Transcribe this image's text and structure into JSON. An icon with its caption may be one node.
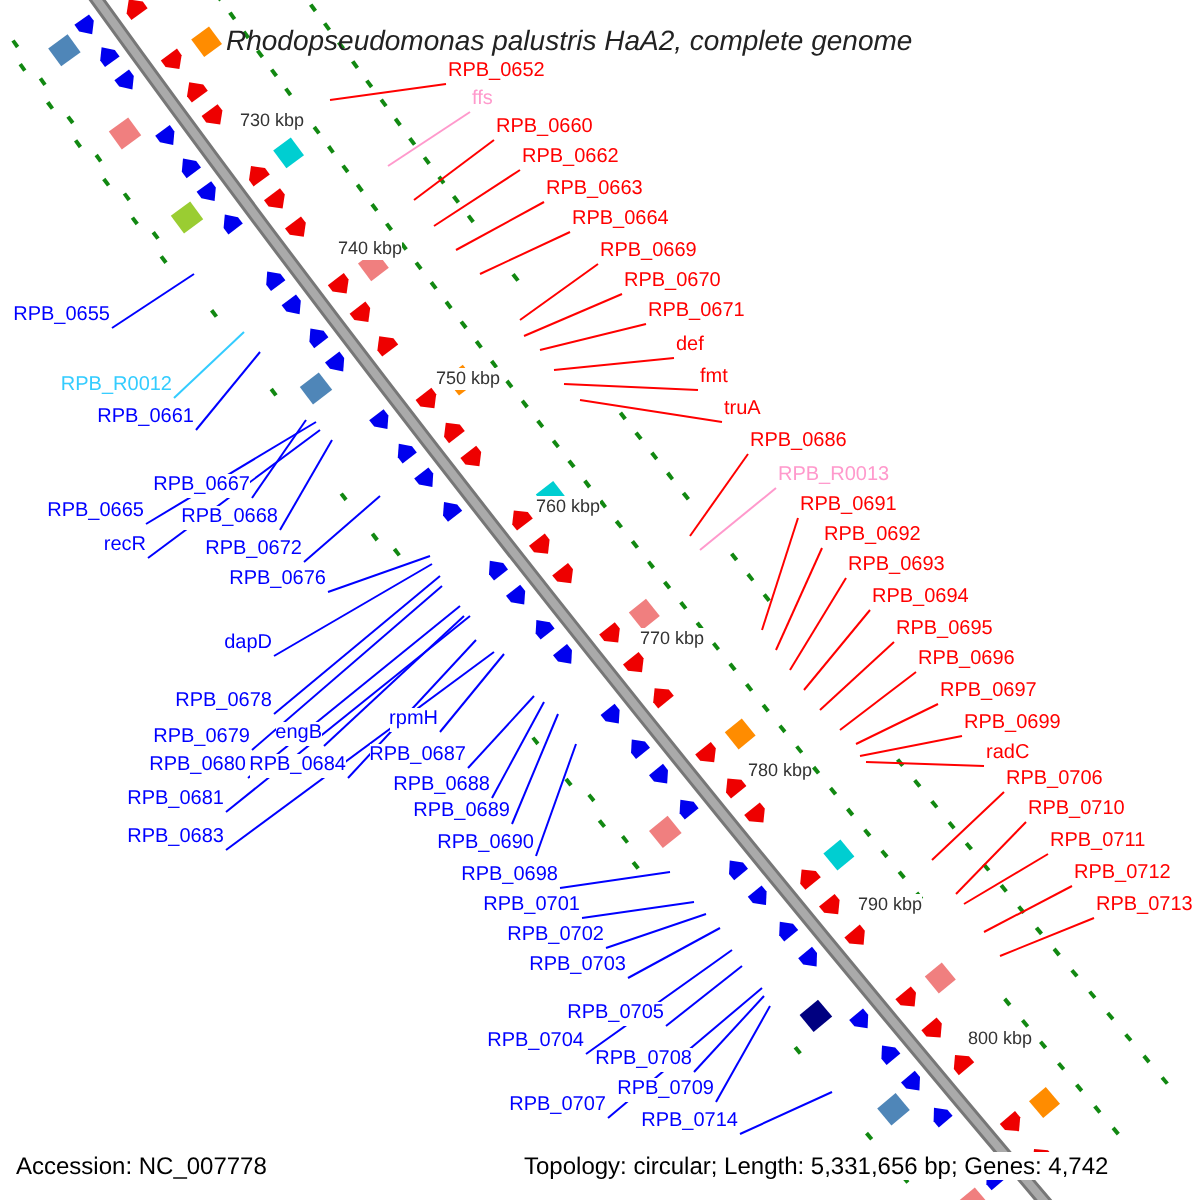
{
  "diagram": {
    "title": "Rhodopseudomonas palustris HaA2, complete genome",
    "nodes": [
      {
        "text": [
          "RPB_0652"
        ]
      },
      {
        "text": [
          "ffs"
        ]
      },
      {
        "text": [
          "RPB_0660"
        ]
      },
      {
        "text": [
          "RPB_0662"
        ]
      },
      {
        "text": [
          "RPB_0663"
        ]
      },
      {
        "text": [
          "RPB_0664"
        ]
      },
      {
        "text": [
          "RPB_0669"
        ]
      },
      {
        "text": [
          "RPB_0670"
        ]
      },
      {
        "text": [
          "RPB_0671"
        ]
      },
      {
        "text": [
          "RPB_0655"
        ]
      },
      {
        "text": [
          "def"
        ]
      },
      {
        "text": [
          "fmt"
        ]
      },
      {
        "text": [
          "RPB_R0012"
        ]
      },
      {
        "text": [
          "truA"
        ]
      },
      {
        "text": [
          "RPB_0661"
        ]
      },
      {
        "text": [
          "RPB_0686"
        ]
      },
      {
        "text": [
          "RPB_R0013"
        ]
      },
      {
        "text": [
          "RPB_0667"
        ]
      },
      {
        "text": [
          "RPB_0691"
        ]
      },
      {
        "text": [
          "RPB_0665"
        ]
      },
      {
        "text": [
          "RPB_0668"
        ]
      },
      {
        "text": [
          "RPB_0692"
        ]
      },
      {
        "text": [
          "recR"
        ]
      },
      {
        "text": [
          "RPB_0672"
        ]
      },
      {
        "text": [
          "RPB_0693"
        ]
      },
      {
        "text": [
          "RPB_0676"
        ]
      },
      {
        "text": [
          "RPB_0694"
        ]
      },
      {
        "text": [
          "RPB_0695"
        ]
      },
      {
        "text": [
          "dapD"
        ]
      },
      {
        "text": [
          "RPB_0696"
        ]
      },
      {
        "text": [
          "RPB_0697"
        ]
      },
      {
        "text": [
          "RPB_0678"
        ]
      },
      {
        "text": [
          "rpmH"
        ]
      },
      {
        "text": [
          "RPB_0699"
        ]
      },
      {
        "text": [
          "engB"
        ]
      },
      {
        "text": [
          "RPB_0679"
        ]
      },
      {
        "text": [
          "radC"
        ]
      },
      {
        "text": [
          "RPB_0687"
        ]
      },
      {
        "text": [
          "RPB_0680"
        ]
      },
      {
        "text": [
          "RPB_0684"
        ]
      },
      {
        "text": [
          "RPB_0706"
        ]
      },
      {
        "text": [
          "RPB_0688"
        ]
      },
      {
        "text": [
          "RPB_0681"
        ]
      },
      {
        "text": [
          "RPB_0710"
        ]
      },
      {
        "text": [
          "RPB_0689"
        ]
      },
      {
        "text": [
          "RPB_0683"
        ]
      },
      {
        "text": [
          "RPB_0711"
        ]
      },
      {
        "text": [
          "RPB_0690"
        ]
      },
      {
        "text": [
          "RPB_0712"
        ]
      },
      {
        "text": [
          "RPB_0698"
        ]
      },
      {
        "text": [
          "RPB_0713"
        ]
      },
      {
        "text": [
          "RPB_0701"
        ]
      },
      {
        "text": [
          "RPB_0702"
        ]
      },
      {
        "text": [
          "RPB_0703"
        ]
      },
      {
        "text": [
          "RPB_0705"
        ]
      },
      {
        "text": [
          "RPB_0704"
        ]
      },
      {
        "text": [
          "RPB_0708"
        ]
      },
      {
        "text": [
          "RPB_0709"
        ]
      },
      {
        "text": [
          "RPB_0707"
        ]
      },
      {
        "text": [
          "RPB_0714"
        ]
      }
    ],
    "edges": [
      {
        "from": 0,
        "to": null,
        "arrow": "none",
        "color": "#ff0000"
      },
      {
        "from": 1,
        "to": null,
        "arrow": "none",
        "color": "#ff99cc"
      },
      {
        "from": 2,
        "to": null,
        "arrow": "none",
        "color": "#ff0000"
      },
      {
        "from": 3,
        "to": null,
        "arrow": "none",
        "color": "#ff0000"
      },
      {
        "from": 4,
        "to": null,
        "arrow": "none",
        "color": "#ff0000"
      },
      {
        "from": 5,
        "to": null,
        "arrow": "none",
        "color": "#ff0000"
      },
      {
        "from": 6,
        "to": null,
        "arrow": "none",
        "color": "#ff0000"
      },
      {
        "from": 7,
        "to": null,
        "arrow": "none",
        "color": "#ff0000"
      },
      {
        "from": 8,
        "to": null,
        "arrow": "none",
        "color": "#ff0000"
      },
      {
        "from": 9,
        "to": null,
        "arrow": "none"
      },
      {
        "from": 10,
        "to": null,
        "arrow": "none",
        "color": "#ff0000"
      },
      {
        "from": 11,
        "to": null,
        "arrow": "none",
        "color": "#ff0000"
      },
      {
        "from": 12,
        "to": null,
        "arrow": "none",
        "color": "#33ccff"
      },
      {
        "from": 13,
        "to": null,
        "arrow": "none",
        "color": "#ff0000"
      },
      {
        "from": 14,
        "to": null,
        "arrow": "none"
      },
      {
        "from": 15,
        "to": null,
        "arrow": "none",
        "color": "#ff0000"
      },
      {
        "from": 16,
        "to": null,
        "arrow": "none",
        "color": "#ff99cc"
      },
      {
        "from": 17,
        "to": null,
        "arrow": "none"
      },
      {
        "from": 18,
        "to": null,
        "arrow": "none",
        "color": "#ff0000"
      },
      {
        "from": 19,
        "to": null,
        "arrow": "none"
      },
      {
        "from": 20,
        "to": null,
        "arrow": "none"
      },
      {
        "from": 21,
        "to": null,
        "arrow": "none",
        "color": "#ff0000"
      },
      {
        "from": 22,
        "to": null,
        "arrow": "none"
      },
      {
        "from": 23,
        "to": null,
        "arrow": "none"
      },
      {
        "from": 24,
        "to": null,
        "arrow": "none",
        "color": "#ff0000"
      },
      {
        "from": 25,
        "to": null,
        "arrow": "none"
      },
      {
        "from": 26,
        "to": null,
        "arrow": "none",
        "color": "#ff0000"
      },
      {
        "from": 27,
        "to": null,
        "arrow": "none",
        "color": "#ff0000"
      },
      {
        "from": 28,
        "to": null,
        "arrow": "none"
      },
      {
        "from": 29,
        "to": null,
        "arrow": "none",
        "color": "#ff0000"
      },
      {
        "from": 30,
        "to": null,
        "arrow": "none",
        "color": "#ff0000"
      },
      {
        "from": 31,
        "to": null,
        "arrow": "none"
      },
      {
        "from": 32,
        "to": null,
        "arrow": "none"
      },
      {
        "from": 33,
        "to": null,
        "arrow": "none",
        "color": "#ff0000"
      },
      {
        "from": 34,
        "to": null,
        "arrow": "none"
      },
      {
        "from": 35,
        "to": null,
        "arrow": "none"
      },
      {
        "from": 36,
        "to": null,
        "arrow": "none",
        "color": "#ff0000"
      },
      {
        "from": 37,
        "to": null,
        "arrow": "none"
      },
      {
        "from": 38,
        "to": null,
        "arrow": "none"
      },
      {
        "from": 39,
        "to": null,
        "arrow": "none"
      },
      {
        "from": 40,
        "to": null,
        "arrow": "none",
        "color": "#ff0000"
      },
      {
        "from": 41,
        "to": null,
        "arrow": "none"
      },
      {
        "from": 42,
        "to": null,
        "arrow": "none"
      },
      {
        "from": 43,
        "to": null,
        "arrow": "none",
        "color": "#ff0000"
      },
      {
        "from": 44,
        "to": null,
        "arrow": "none"
      },
      {
        "from": 45,
        "to": null,
        "arrow": "none"
      },
      {
        "from": 46,
        "to": null,
        "arrow": "none",
        "color": "#ff0000"
      },
      {
        "from": 47,
        "to": null,
        "arrow": "none"
      },
      {
        "from": 48,
        "to": null,
        "arrow": "none",
        "color": "#ff0000"
      },
      {
        "from": 49,
        "to": null,
        "arrow": "none"
      },
      {
        "from": 50,
        "to": null,
        "arrow": "none",
        "color": "#ff0000"
      },
      {
        "from": 51,
        "to": null,
        "arrow": "none"
      },
      {
        "from": 52,
        "to": null,
        "arrow": "none"
      },
      {
        "from": 53,
        "to": null,
        "arrow": "none"
      },
      {
        "from": 54,
        "to": null,
        "arrow": "none"
      },
      {
        "from": 55,
        "to": null,
        "arrow": "none"
      },
      {
        "from": 56,
        "to": null,
        "arrow": "none"
      },
      {
        "from": 57,
        "to": null,
        "arrow": "none"
      },
      {
        "from": 58,
        "to": null,
        "arrow": "none"
      },
      {
        "from": 59,
        "to": null,
        "arrow": "none"
      }
    ],
    "labels": [
      "730 kbp",
      "740 kbp",
      "750 kbp",
      "760 kbp",
      "770 kbp",
      "780 kbp",
      "790 kbp",
      "800 kbp",
      "Accession: NC_007778",
      "Topology: circular; Length: 5,331,656 bp; Genes: 4,742"
    ]
  }
}
